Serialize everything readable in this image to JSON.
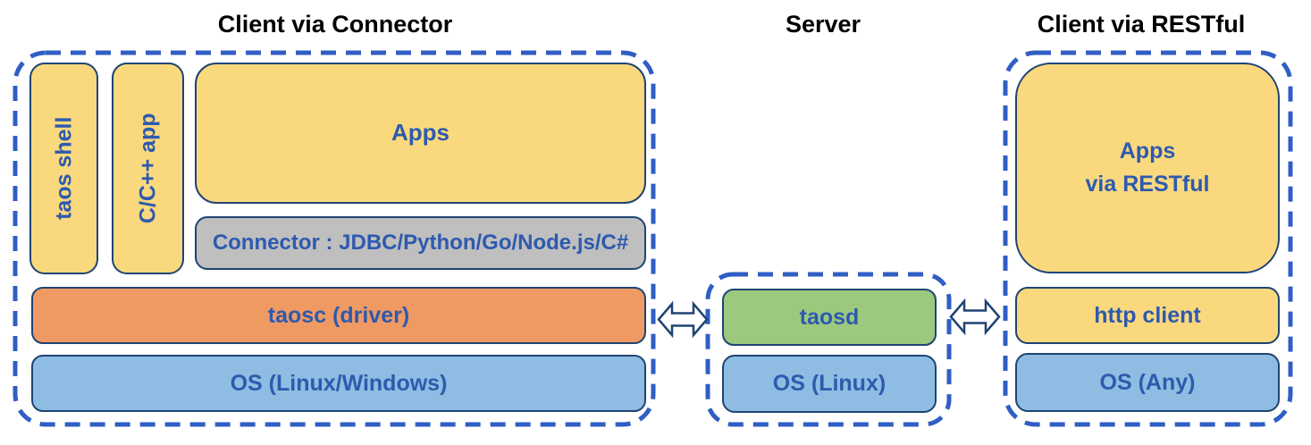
{
  "sections": {
    "client_connector": {
      "title": "Client via Connector",
      "boxes": {
        "taos_shell": "taos shell",
        "cpp_app": "C/C++ app",
        "apps": "Apps",
        "connector": "Connector : JDBC/Python/Go/Node.js/C#",
        "taosc": "taosc (driver)",
        "os": "OS (Linux/Windows)"
      }
    },
    "server": {
      "title": "Server",
      "boxes": {
        "taosd": "taosd",
        "os": "OS (Linux)"
      }
    },
    "client_restful": {
      "title": "Client via RESTful",
      "boxes": {
        "apps_line1": "Apps",
        "apps_line2": "via RESTful",
        "http_client": "http client",
        "os": "OS (Any)"
      }
    }
  },
  "icons": {
    "left_link": "double-headed-arrow",
    "right_link": "double-headed-arrow"
  },
  "colors": {
    "yellow_box": "#FAD97E",
    "gray_box": "#BFBFBF",
    "orange_box": "#F09A63",
    "blue_box": "#8FBCE2",
    "green_box": "#9CC97E",
    "box_border": "#1F4473",
    "box_text": "#2E5AAE",
    "dash_border": "#2F5EC4",
    "title_text": "#000000",
    "background": "#FFFFFF"
  }
}
